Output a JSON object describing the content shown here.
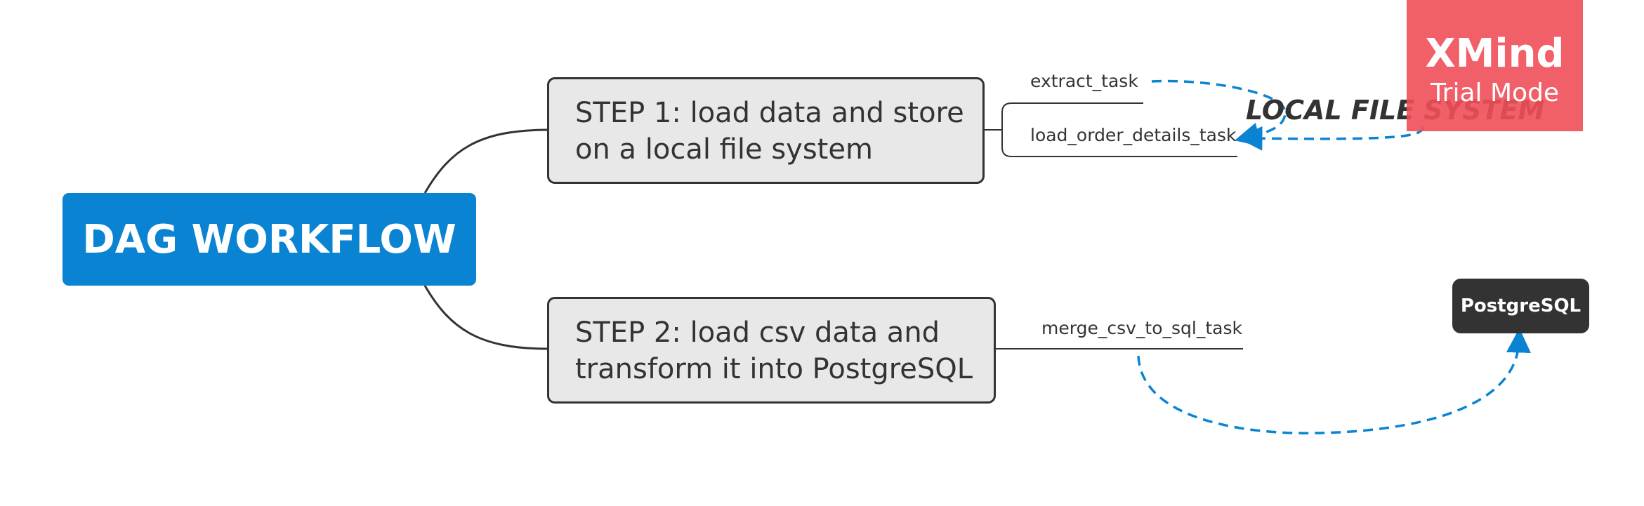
{
  "central_topic": {
    "label": "DAG WORKFLOW",
    "color": "#0a84d2"
  },
  "steps": [
    {
      "lines": [
        "STEP 1: load data and store",
        "on a local file system"
      ],
      "tasks": [
        "extract_task",
        "load_order_details_task"
      ]
    },
    {
      "lines": [
        "STEP 2: load csv data and",
        "transform it into PostgreSQL"
      ],
      "tasks": [
        "merge_csv_to_sql_task"
      ]
    }
  ],
  "floating_topics": {
    "local_fs": "LOCAL FILE SYSTEM",
    "postgres": "PostgreSQL"
  },
  "watermark": {
    "title": "XMind",
    "subtitle": "Trial Mode",
    "color": "#f04f58"
  },
  "connector_color": "#333333",
  "relationship_color": "#0a84d2"
}
